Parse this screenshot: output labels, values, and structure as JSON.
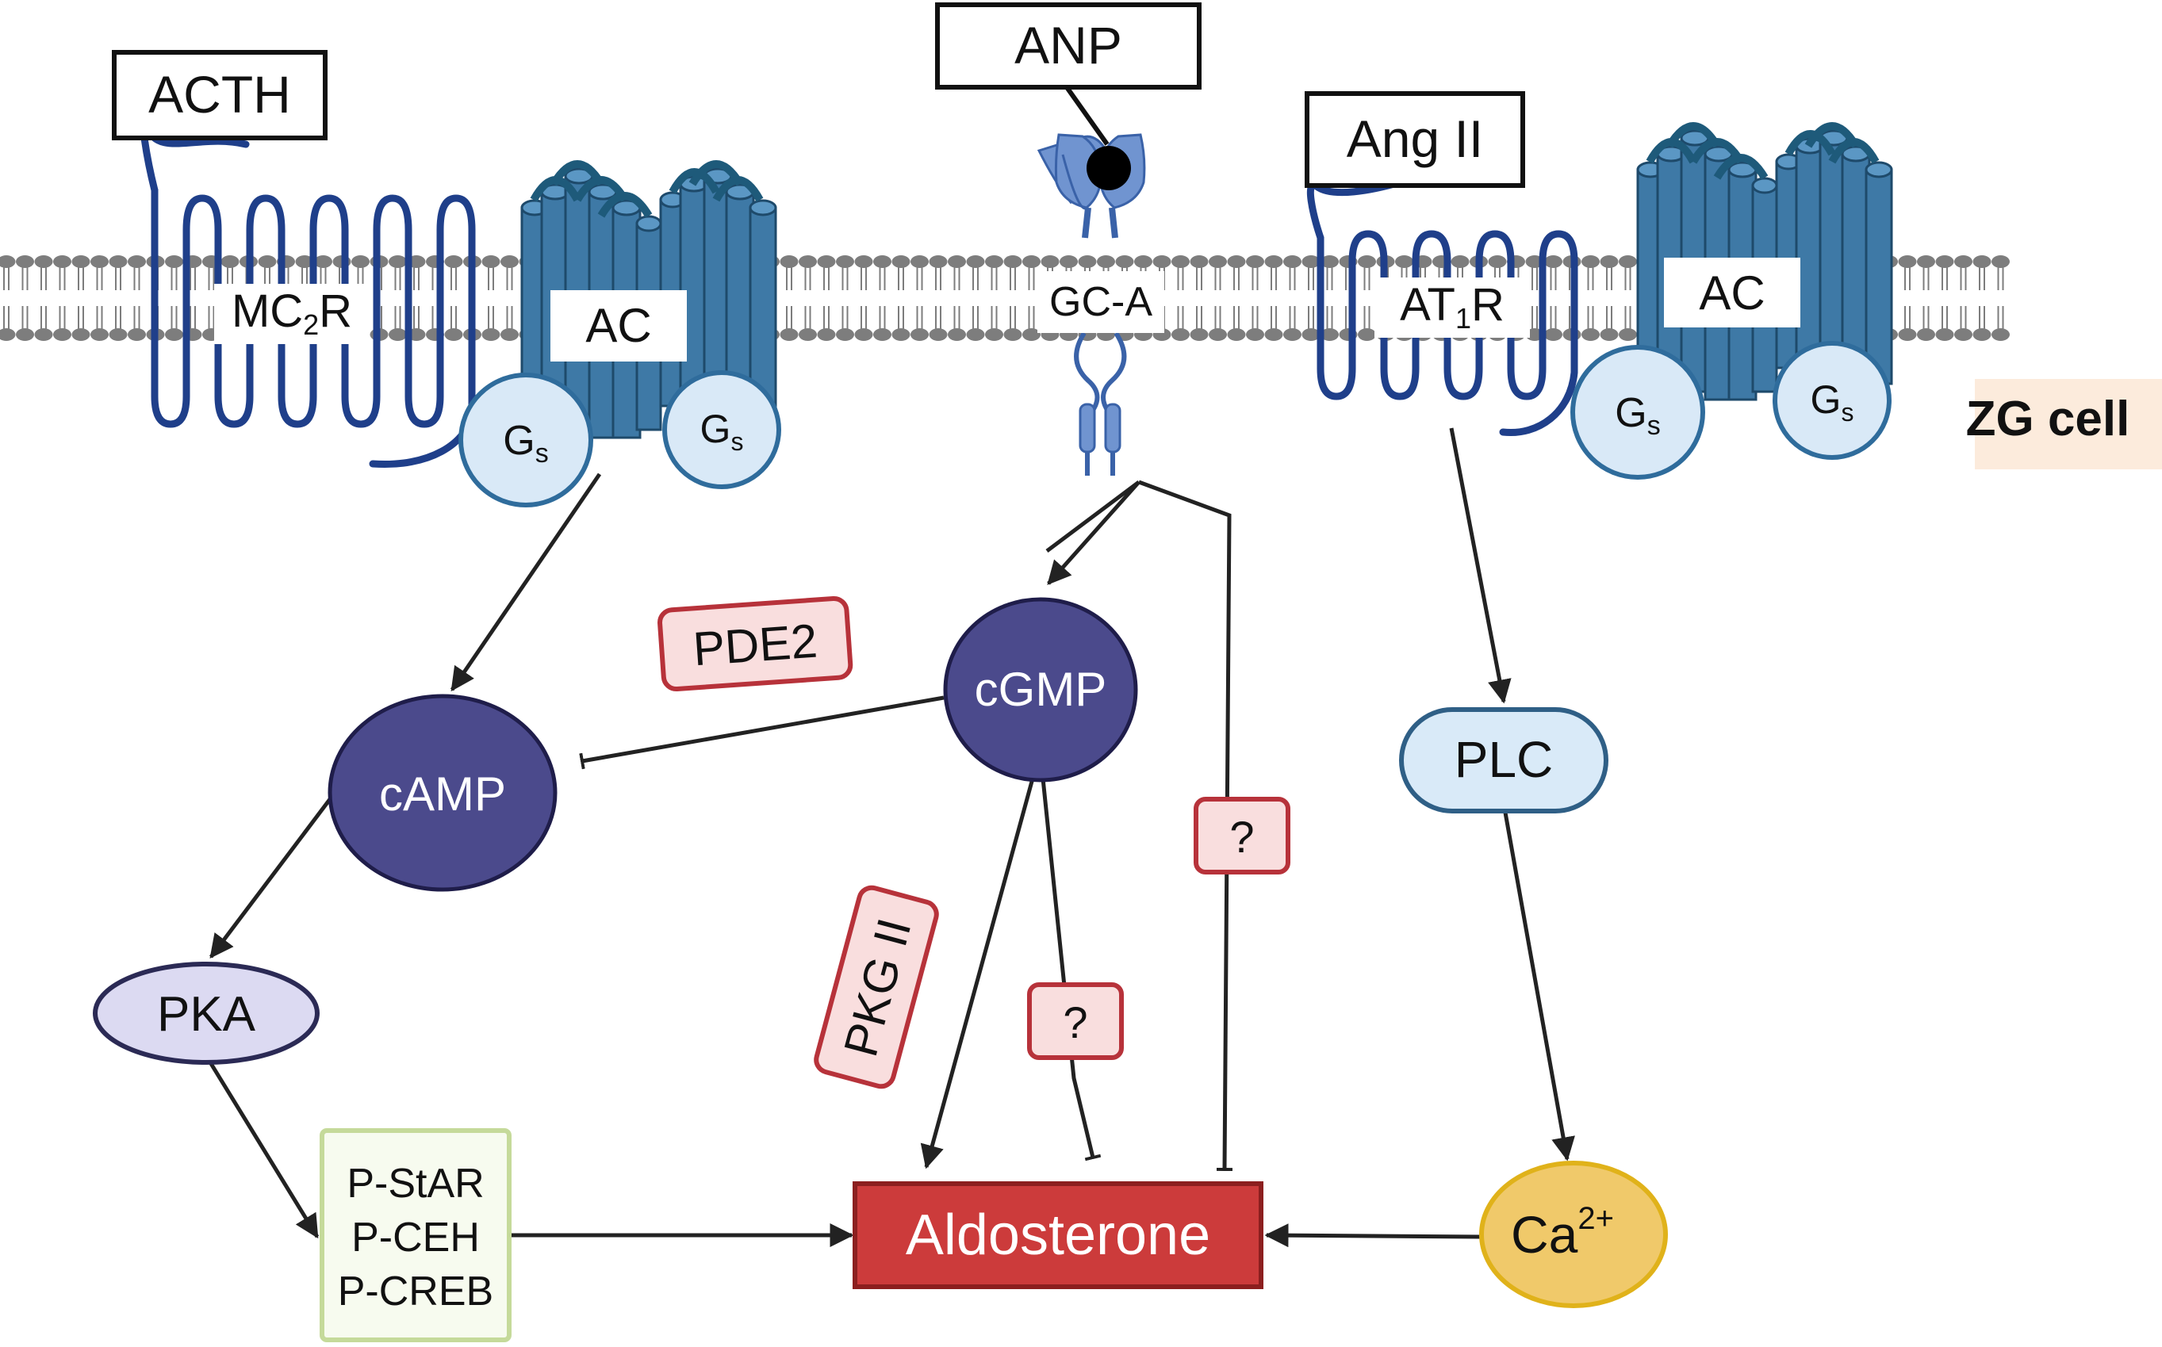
{
  "ligands": {
    "acth": "ACTH",
    "anp": "ANP",
    "ang2": "Ang II"
  },
  "receptors": {
    "mc2r": {
      "main": "MC",
      "sub": "2",
      "tail": "R"
    },
    "at1r": {
      "main": "AT",
      "sub": "1",
      "tail": "R"
    },
    "gca": "GC-A",
    "ac_left": "AC",
    "ac_right": "AC"
  },
  "g_proteins": {
    "main": "G",
    "sub": "s"
  },
  "cell_label": "ZG cell",
  "messengers": {
    "camp": "cAMP",
    "cgmp": "cGMP",
    "pka": "PKA",
    "plc": "PLC",
    "ca": {
      "main": "Ca",
      "sup": "2+"
    }
  },
  "enzymes": {
    "pde2": "PDE2",
    "pkg2": "PKG II",
    "unknown_1": "?",
    "unknown_2": "?"
  },
  "phospho": {
    "line1": "P-StAR",
    "line2": "P-CEH",
    "line3": "P-CREB"
  },
  "product": "Aldosterone",
  "colors": {
    "receptor_blue": "#3a6fc4",
    "receptor_outline": "#1f3f8a",
    "ac_teal": "#3e79a6",
    "ac_outline": "#1e4a6b",
    "gs_fill": "#d9e9f7",
    "gs_stroke": "#2f6c9c",
    "camp_fill": "#4b4a8c",
    "pka_fill": "#dcdaf2",
    "plc_fill": "#d9eaf8",
    "ca_fill": "#f0c96a",
    "ca_stroke": "#e0b21a",
    "aldo_fill": "#cc3b3b",
    "enzyme_fill": "#f9dede",
    "enzyme_stroke": "#b7323a",
    "phospho_fill": "#f7fbef",
    "phospho_stroke": "#c5da9a",
    "zg_fill": "#fcebdc",
    "membrane": "#7d7d7d"
  }
}
